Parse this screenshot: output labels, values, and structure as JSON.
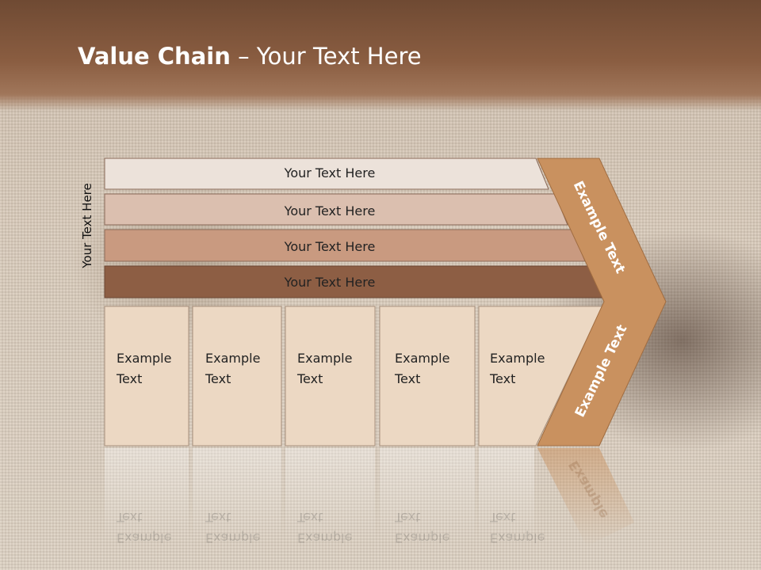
{
  "slide": {
    "title_bold": "Value Chain",
    "title_rest": " – Your Text Here",
    "side_label": "Your Text Here"
  },
  "bars": [
    {
      "label": "Your Text Here",
      "color": "#ece2da"
    },
    {
      "label": "Your Text Here",
      "color": "#dbbfaf"
    },
    {
      "label": "Your Text Here",
      "color": "#c99a80"
    },
    {
      "label": "Your Text Here",
      "color": "#8d5e44"
    }
  ],
  "boxes": [
    {
      "label": "Example\nText"
    },
    {
      "label": "Example\nText"
    },
    {
      "label": "Example\nText"
    },
    {
      "label": "Example\nText"
    },
    {
      "label": "Example\nText"
    }
  ],
  "chevron": {
    "upper_label": "Example Text",
    "lower_label": "Example Text",
    "color": "#c9915f"
  },
  "reflection_labels": [
    "Example Text",
    "Example Text",
    "Example Text",
    "Example Text",
    "Example Text",
    "Example"
  ]
}
